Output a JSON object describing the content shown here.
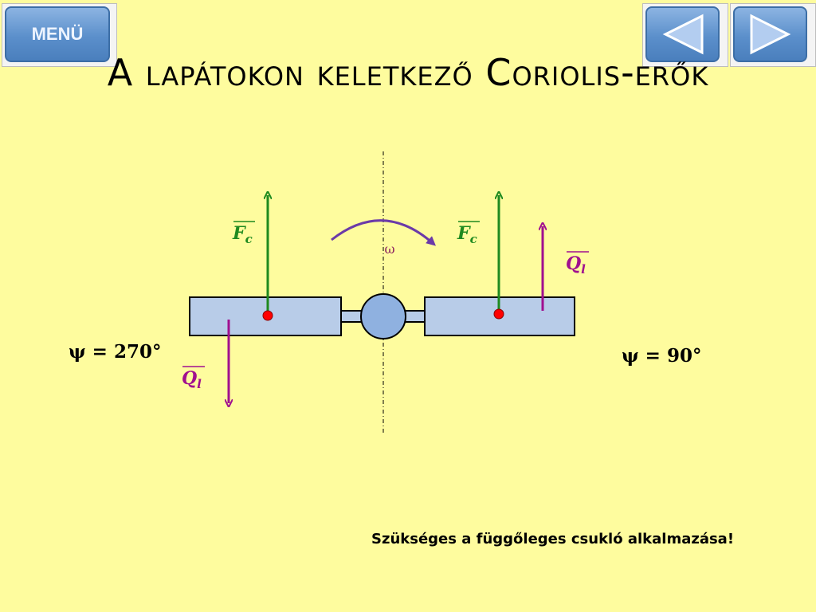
{
  "header": {
    "menu_label": "MENÜ",
    "prev_icon": "triangle-left-icon",
    "next_icon": "triangle-right-icon",
    "button_color": "#5b8fcb"
  },
  "title": "A lapátokon keletkező Coriolis-erők",
  "diagram": {
    "omega_label": "ω",
    "fc_symbol": "F",
    "fc_subscript": "c",
    "ql_symbol": "Q",
    "ql_subscript": "l",
    "psi_left": "ψ = 270°",
    "psi_right": "ψ = 90°",
    "colors": {
      "coriolis": "#1f8a1f",
      "ql": "#a0108f",
      "rotation": "#6b3aa8",
      "blade": "#b8cce8",
      "point": "#ff0000"
    }
  },
  "note": "Szükséges a függőleges csukló alkalmazása!"
}
